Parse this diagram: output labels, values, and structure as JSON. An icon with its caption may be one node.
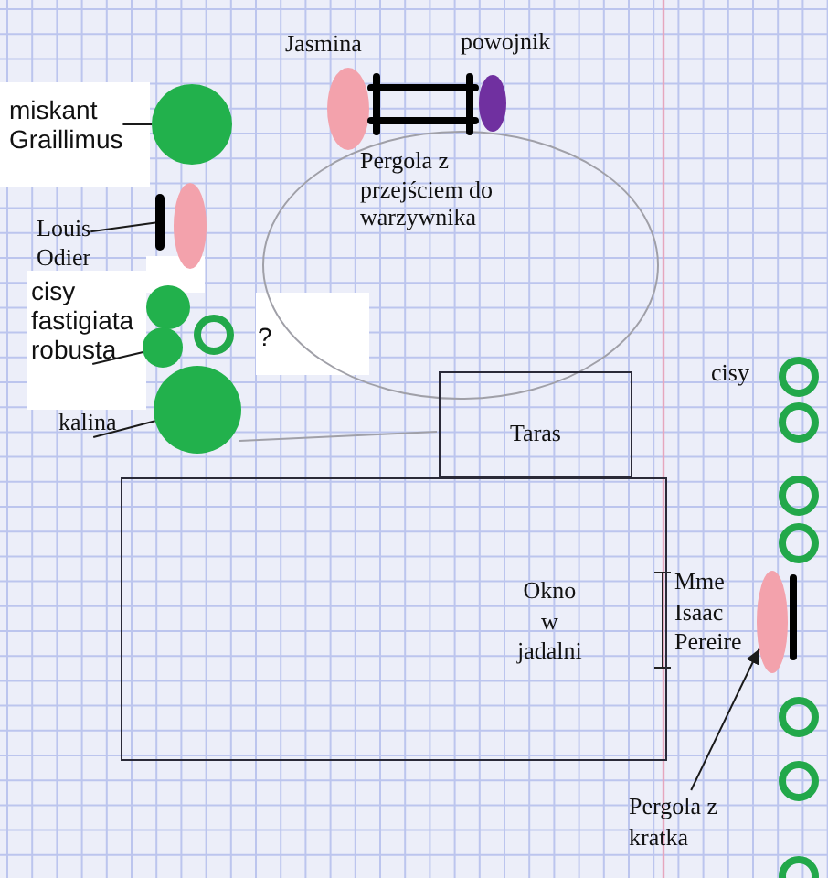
{
  "diagram": {
    "nodes": [
      {
        "text": [
          "miskant Graillimus"
        ]
      },
      {
        "text": [],
        "shape": "circle"
      },
      {
        "text": [
          "Louis Odier"
        ]
      },
      {
        "text": [],
        "shape": "bar"
      },
      {
        "text": [
          "cisy fastigiata robusta"
        ]
      },
      {
        "text": [],
        "shape": "circle"
      },
      {
        "text": [
          "kalina"
        ]
      },
      {
        "text": [],
        "shape": "circle"
      },
      {
        "text": [
          "Taras"
        ]
      },
      {
        "text": [
          "Okno w jadalni"
        ]
      },
      {
        "text": [],
        "shape": "ellipse"
      },
      {
        "text": [
          "Pergola z kratka"
        ]
      }
    ],
    "edges": [
      {
        "from": 0,
        "to": 1,
        "arrow": "none"
      },
      {
        "from": 2,
        "to": 3,
        "arrow": "none"
      },
      {
        "from": 4,
        "to": 5,
        "arrow": "none"
      },
      {
        "from": 6,
        "to": 7,
        "arrow": "none"
      },
      {
        "from": 11,
        "to": 10,
        "arrow": "to"
      }
    ],
    "labels": [
      "Jasmina",
      "powojnik",
      "Pergola z przejściem do warzywnika",
      "?",
      "cisy",
      "Mme Isaac Pereire"
    ]
  }
}
